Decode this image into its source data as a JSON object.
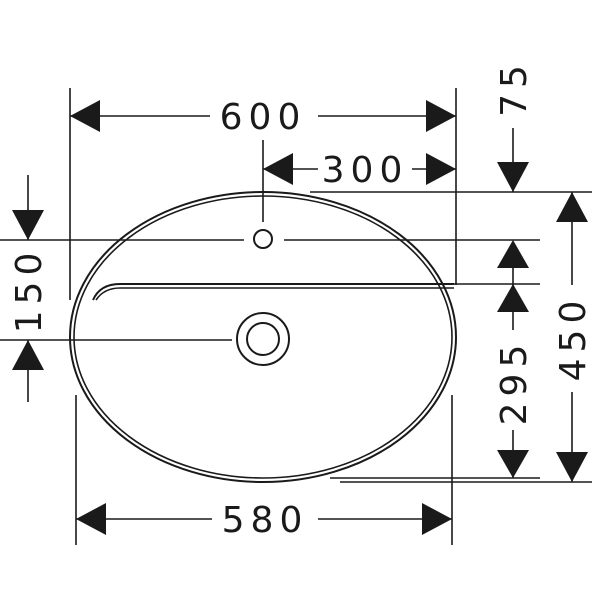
{
  "drawing": {
    "title": "Washbasin dimensional drawing",
    "dimensions": {
      "overall_width": "600",
      "tap_hole_offset": "300",
      "rim_to_tap_hole": "75",
      "overall_depth": "450",
      "shelf_to_front": "295",
      "tap_to_drain": "150",
      "bowl_width": "580"
    },
    "units": "mm",
    "line_color": "#1a1a1a",
    "background": "#ffffff"
  }
}
